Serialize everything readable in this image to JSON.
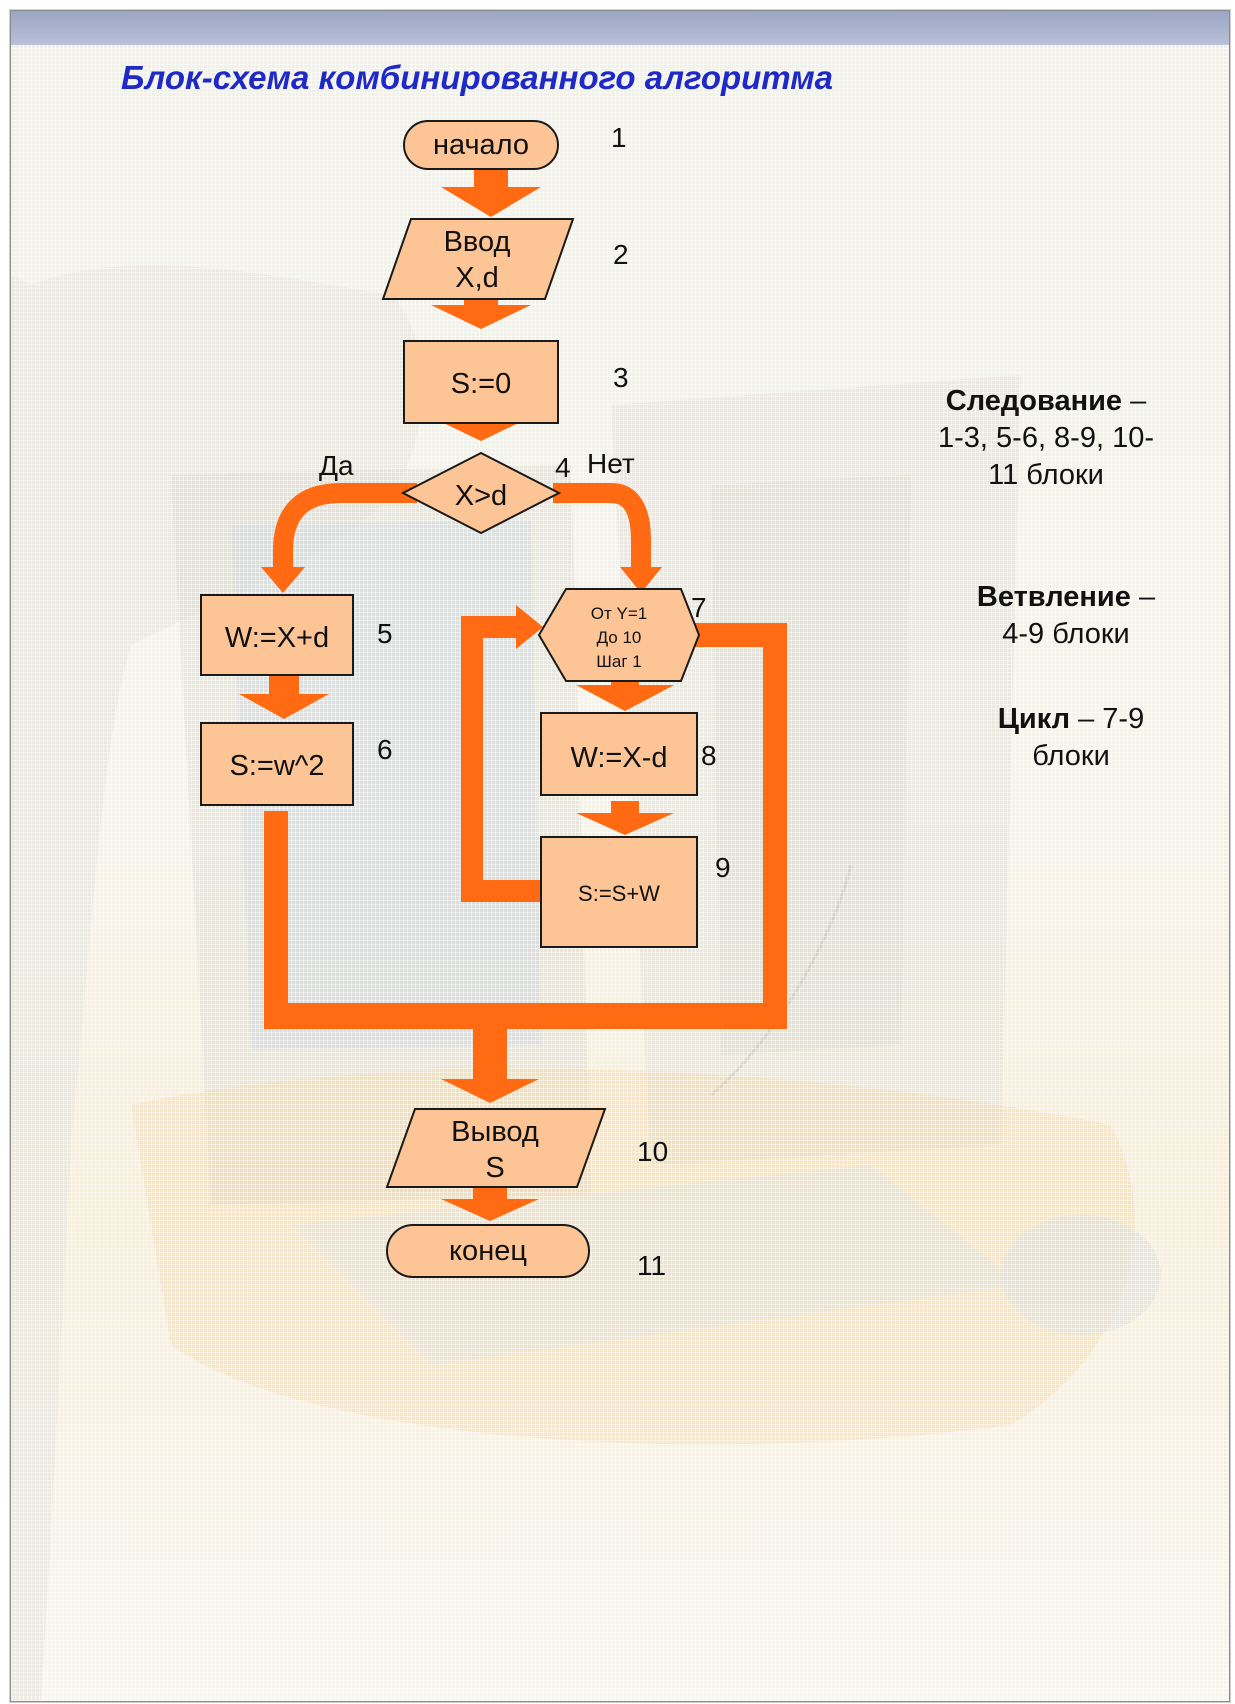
{
  "title": "Блок-схема комбинированного алгоритма",
  "colors": {
    "arrow": "#ff6a13",
    "block_fill": "#fdc596",
    "block_stroke": "#1a1a1a",
    "title": "#1f29c8",
    "top_bar": "#9ba6c4"
  },
  "blocks": {
    "start": {
      "text": "начало",
      "number": "1"
    },
    "input": {
      "line1": "Ввод",
      "line2": "X,d",
      "number": "2"
    },
    "init": {
      "text": "S:=0",
      "number": "3"
    },
    "condition": {
      "text": "X>d",
      "number": "4",
      "yes": "Да",
      "no": "Нет"
    },
    "assign_w": {
      "text": "W:=X+d",
      "number": "5"
    },
    "square": {
      "text": "S:=w^2",
      "number": "6"
    },
    "loop": {
      "line1": "От Y=1",
      "line2": "До 10",
      "line3": "Шаг 1",
      "number": "7"
    },
    "diff": {
      "text": "W:=X-d",
      "number": "8"
    },
    "sum": {
      "text": "S:=S+W",
      "number": "9"
    },
    "output": {
      "line1": "Вывод",
      "line2": "S",
      "number": "10"
    },
    "end": {
      "text": "конец",
      "number": "11"
    }
  },
  "legend": {
    "sequence": {
      "term": "Следование",
      "dash": " –",
      "line2": "1-3, 5-6, 8-9, 10-",
      "line3": "11 блоки"
    },
    "branch": {
      "term": "Ветвление",
      "dash": " –",
      "line2": "4-9 блоки"
    },
    "cycle": {
      "term": "Цикл",
      "dash": " – 7-9",
      "line2": "блоки"
    }
  }
}
